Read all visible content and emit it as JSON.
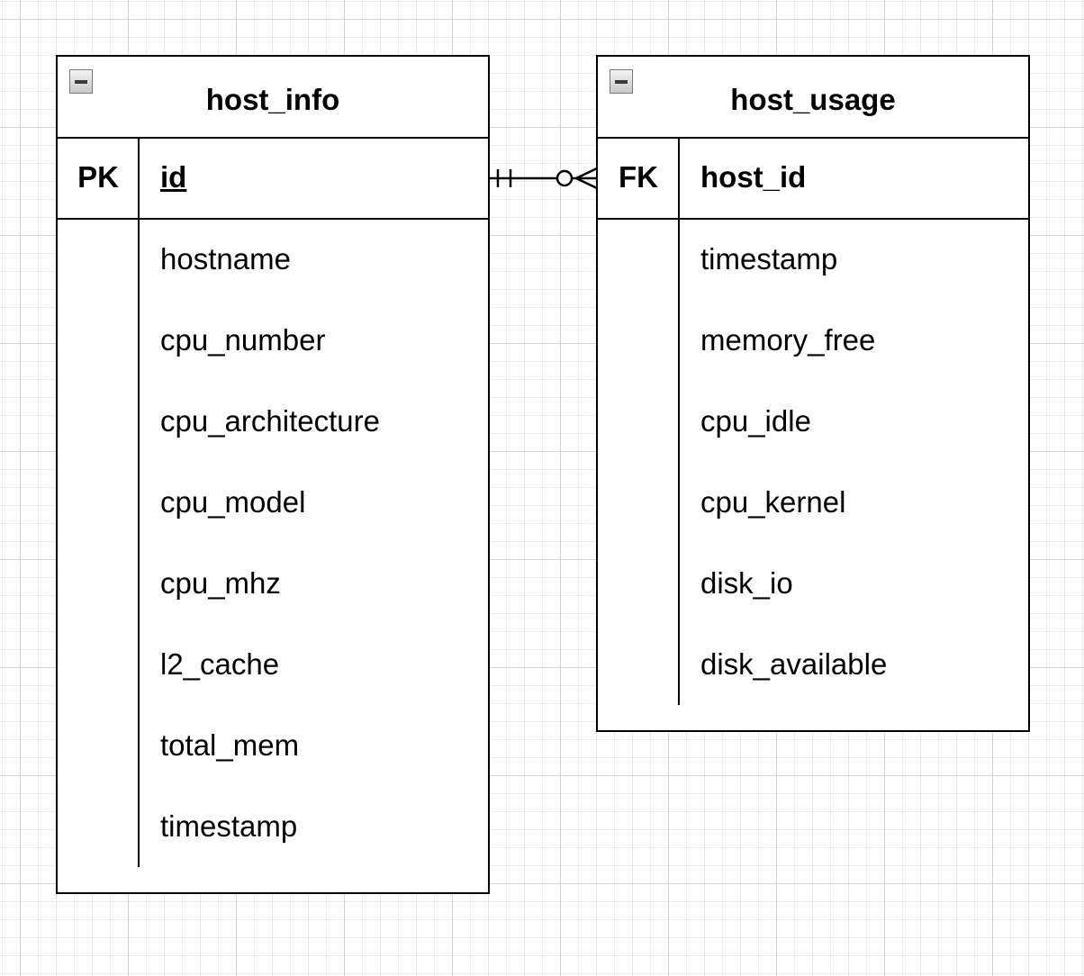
{
  "entities": [
    {
      "title": "host_info",
      "key_label": "PK",
      "key_field": "id",
      "attributes": [
        "hostname",
        "cpu_number",
        "cpu_architecture",
        "cpu_model",
        "cpu_mhz",
        "l2_cache",
        "total_mem",
        "timestamp"
      ]
    },
    {
      "title": "host_usage",
      "key_label": "FK",
      "key_field": "host_id",
      "attributes": [
        "timestamp",
        "memory_free",
        "cpu_idle",
        "cpu_kernel",
        "disk_io",
        "disk_available"
      ]
    }
  ],
  "relationship": {
    "from": "host_info.id",
    "to": "host_usage.host_id",
    "from_cardinality": "one-and-only-one",
    "to_cardinality": "zero-or-many"
  },
  "icons": {
    "collapse": "collapse-minus-icon"
  }
}
